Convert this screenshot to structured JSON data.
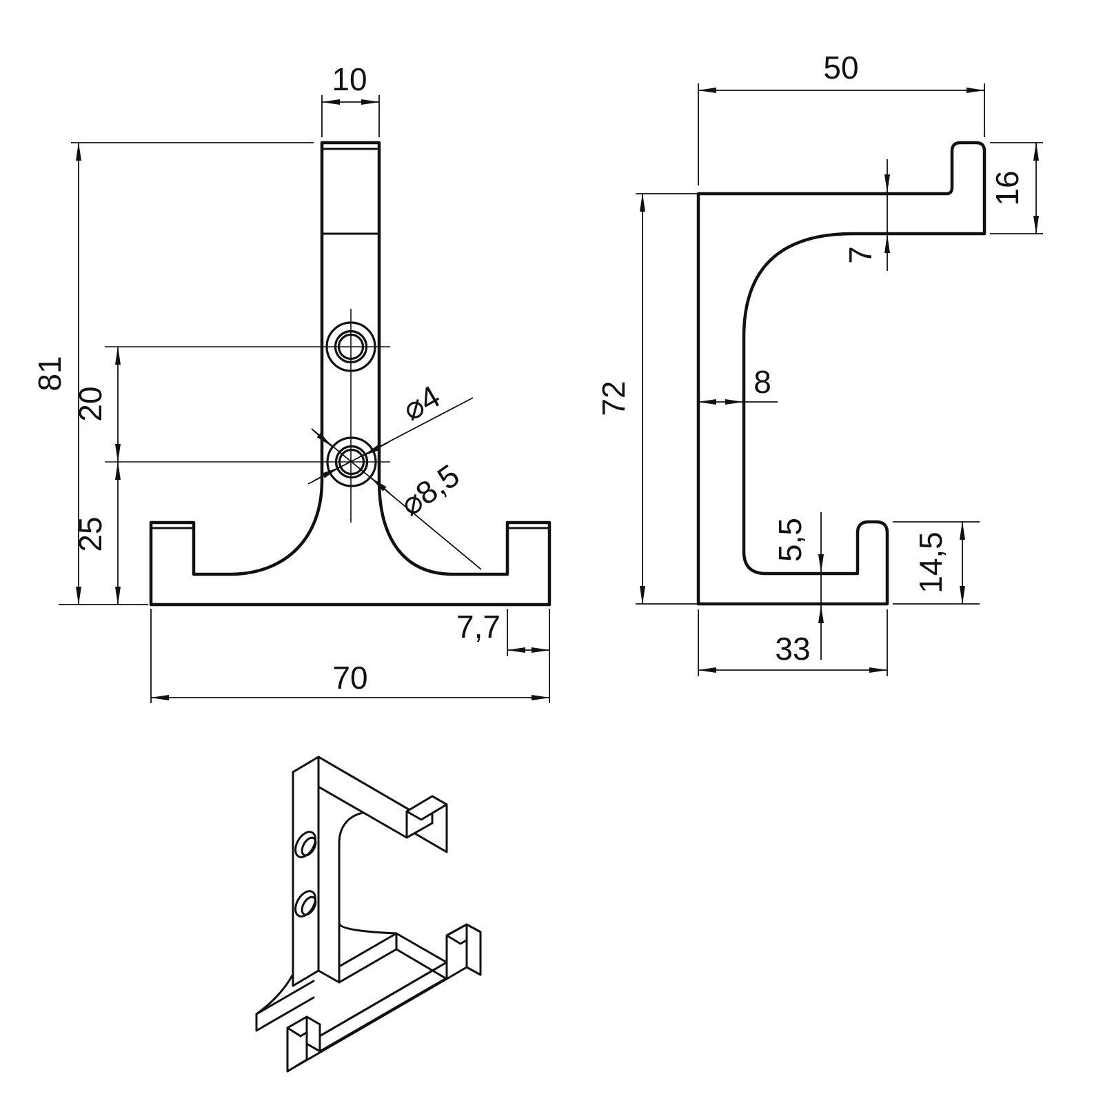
{
  "drawing": {
    "background_color": "#ffffff",
    "line_color": "#111111",
    "views": {
      "front": {
        "dims": {
          "stem_width": "10",
          "total_height": "81",
          "hole_spacing": "20",
          "lower_hole_height": "25",
          "hole_diameter": "⌀4",
          "counterbore_diameter": "⌀8,5",
          "tab_width": "7,7",
          "total_width": "70"
        }
      },
      "side": {
        "dims": {
          "total_depth": "50",
          "tip_height": "16",
          "arm_thickness": "7",
          "plate_height": "72",
          "plate_thickness": "8",
          "lower_arm_thickness": "5,5",
          "lower_tip_height": "14,5",
          "lower_depth": "33"
        }
      }
    }
  }
}
